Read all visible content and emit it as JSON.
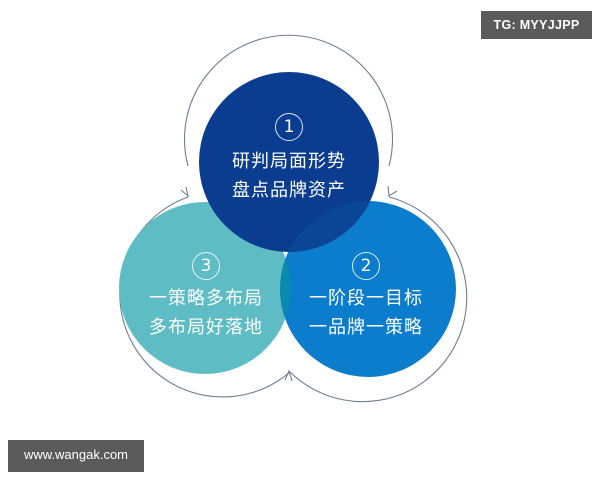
{
  "watermarks": {
    "top_right": "TG: MYYJJPP",
    "bottom_left": "www.wangak.com"
  },
  "colors": {
    "circle1": "#0a3d8f",
    "circle2": "#0b7dcc",
    "circle3": "#5dbcc4",
    "overlap": "#0a6fa8",
    "arc": "#6e7f93",
    "badge_bg": "#5a5a5a"
  },
  "diagram": {
    "circles": [
      {
        "number": "1",
        "line1": "研判局面形势",
        "line2": "盘点品牌资产"
      },
      {
        "number": "2",
        "line1": "一阶段一目标",
        "line2": "一品牌一策略"
      },
      {
        "number": "3",
        "line1": "一策略多布局",
        "line2": "多布局好落地"
      }
    ]
  }
}
